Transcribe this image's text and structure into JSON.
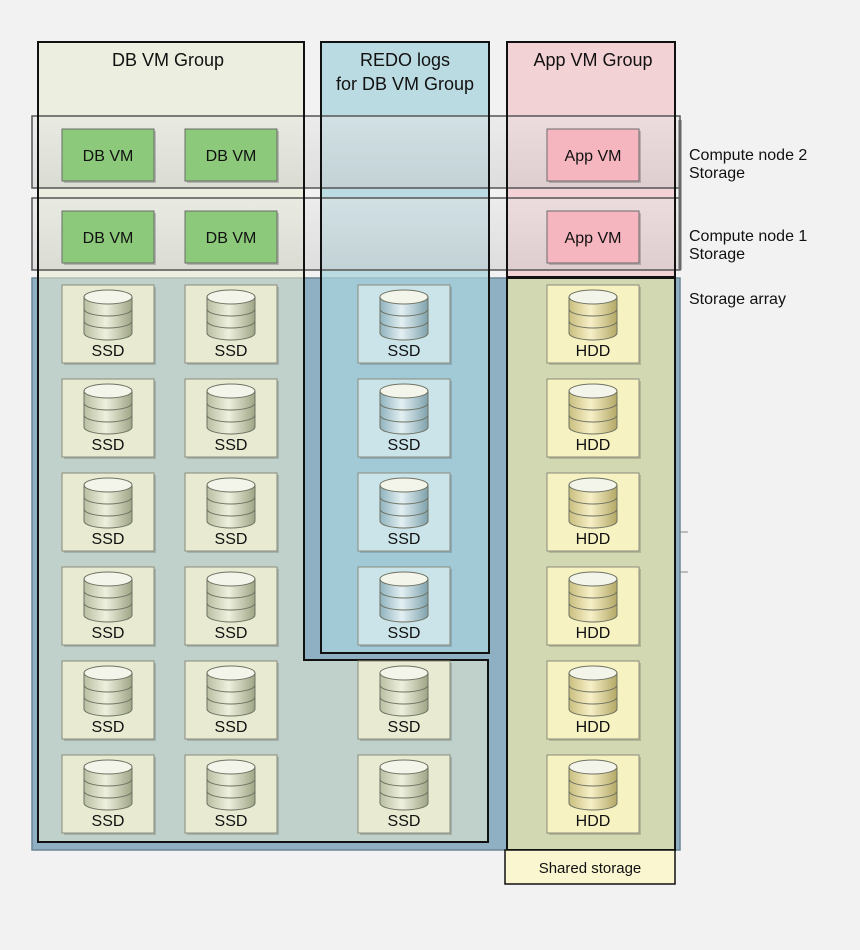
{
  "groups": {
    "db_vm": "DB VM Group",
    "redo_line1": "REDO logs",
    "redo_line2": "for DB VM Group",
    "app_vm": "App VM Group"
  },
  "rows": {
    "compute2_line1": "Compute node 2",
    "compute2_line2": "Storage",
    "compute1_line1": "Compute node 1",
    "compute1_line2": "Storage",
    "storage_array": "Storage array",
    "shared_storage": "Shared storage"
  },
  "vm_labels": {
    "db_vm": "DB VM",
    "app_vm": "App VM"
  },
  "disk_labels": {
    "ssd": "SSD",
    "hdd": "HDD"
  },
  "colors": {
    "db_group_fill": "#e6eacf",
    "redo_fill": "#a8d3dc",
    "app_group_fill": "#f3d2d6",
    "storage_array_fill": "#8fafc3",
    "node_band_fill": "#d7d7d7",
    "db_vm_box": "#8cc97a",
    "app_vm_box": "#f6b6bf",
    "ssd_box": "#e8ebd2",
    "redo_ssd_box": "#cbe4ea",
    "hdd_box": "#f7f2c2",
    "shared_storage_fill": "#f9f6d0"
  }
}
